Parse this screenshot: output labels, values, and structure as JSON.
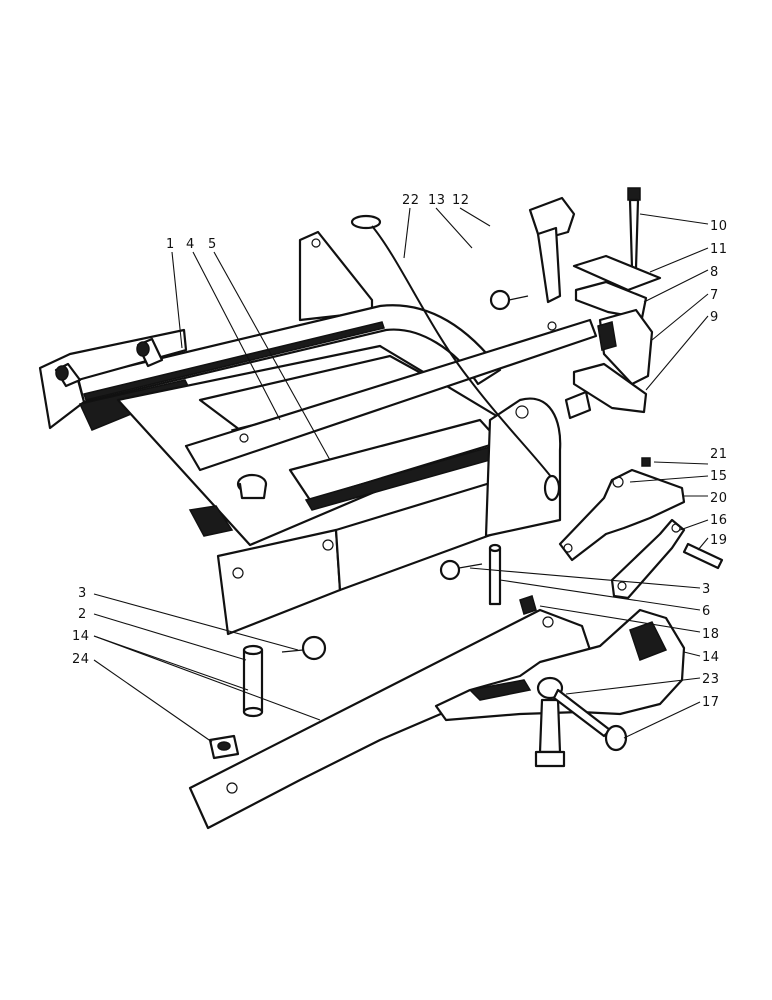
{
  "callouts": [
    {
      "id": "c1",
      "text": "1"
    },
    {
      "id": "c4",
      "text": "4"
    },
    {
      "id": "c5",
      "text": "5"
    },
    {
      "id": "c22",
      "text": "22"
    },
    {
      "id": "c13",
      "text": "13"
    },
    {
      "id": "c12",
      "text": "12"
    },
    {
      "id": "c10",
      "text": "10"
    },
    {
      "id": "c11",
      "text": "11"
    },
    {
      "id": "c8",
      "text": "8"
    },
    {
      "id": "c7",
      "text": "7"
    },
    {
      "id": "c9",
      "text": "9"
    },
    {
      "id": "c21",
      "text": "21"
    },
    {
      "id": "c15",
      "text": "15"
    },
    {
      "id": "c20",
      "text": "20"
    },
    {
      "id": "c16",
      "text": "16"
    },
    {
      "id": "c19",
      "text": "19"
    },
    {
      "id": "c3r",
      "text": "3"
    },
    {
      "id": "c6",
      "text": "6"
    },
    {
      "id": "c18",
      "text": "18"
    },
    {
      "id": "c14r",
      "text": "14"
    },
    {
      "id": "c23",
      "text": "23"
    },
    {
      "id": "c17",
      "text": "17"
    },
    {
      "id": "c3l",
      "text": "3"
    },
    {
      "id": "c2",
      "text": "2"
    },
    {
      "id": "c14l",
      "text": "14"
    },
    {
      "id": "c24",
      "text": "24"
    }
  ]
}
